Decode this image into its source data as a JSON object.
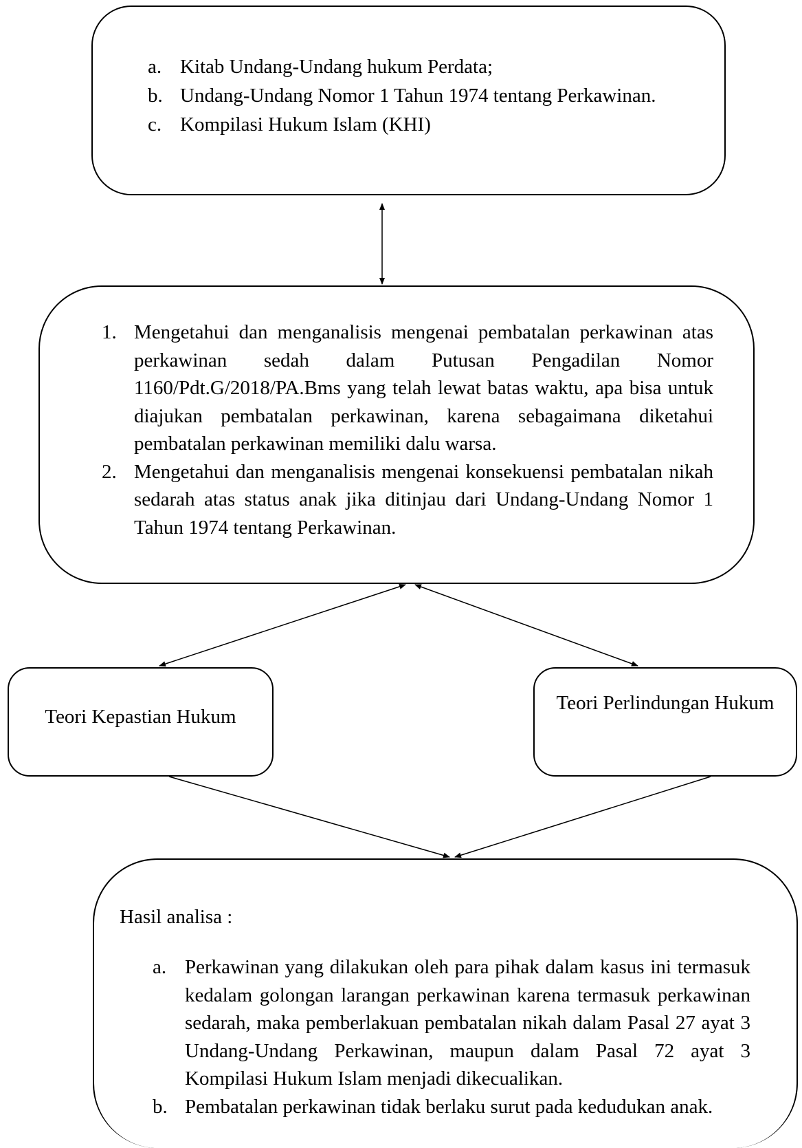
{
  "sources": {
    "items": [
      {
        "marker": "a.",
        "text": "Kitab Undang-Undang hukum Perdata;"
      },
      {
        "marker": "b.",
        "text": "Undang-Undang Nomor 1 Tahun 1974 tentang Perkawinan."
      },
      {
        "marker": "c.",
        "text": "Kompilasi Hukum Islam (KHI)"
      }
    ]
  },
  "aims": {
    "items": [
      {
        "marker": "1.",
        "text": "Mengetahui dan menganalisis mengenai pembatalan perkawinan atas perkawinan sedah dalam Putusan Pengadilan Nomor 1160/Pdt.G/2018/PA.Bms yang telah lewat batas waktu, apa bisa untuk diajukan pembatalan perkawinan, karena sebagaimana diketahui pembatalan perkawinan memiliki dalu warsa."
      },
      {
        "marker": "2.",
        "text": "Mengetahui dan menganalisis mengenai konsekuensi pembatalan nikah sedarah atas status anak jika ditinjau dari Undang-Undang Nomor 1 Tahun 1974 tentang Perkawinan."
      }
    ]
  },
  "theories": {
    "left": "Teori Kepastian Hukum",
    "right": "Teori Perlindungan Hukum"
  },
  "result": {
    "heading": "Hasil analisa :",
    "items": [
      {
        "marker": "a.",
        "text": "Perkawinan yang dilakukan oleh para pihak dalam kasus ini termasuk kedalam golongan larangan perkawinan karena termasuk perkawinan sedarah, maka pemberlakuan pembatalan nikah dalam Pasal 27 ayat 3 Undang-Undang Perkawinan, maupun dalam Pasal 72 ayat 3 Kompilasi Hukum Islam menjadi dikecualikan."
      },
      {
        "marker": "b.",
        "text": "Pembatalan perkawinan tidak berlaku surut pada kedudukan anak."
      }
    ]
  },
  "colors": {
    "line": "#000000",
    "background": "#ffffff"
  }
}
